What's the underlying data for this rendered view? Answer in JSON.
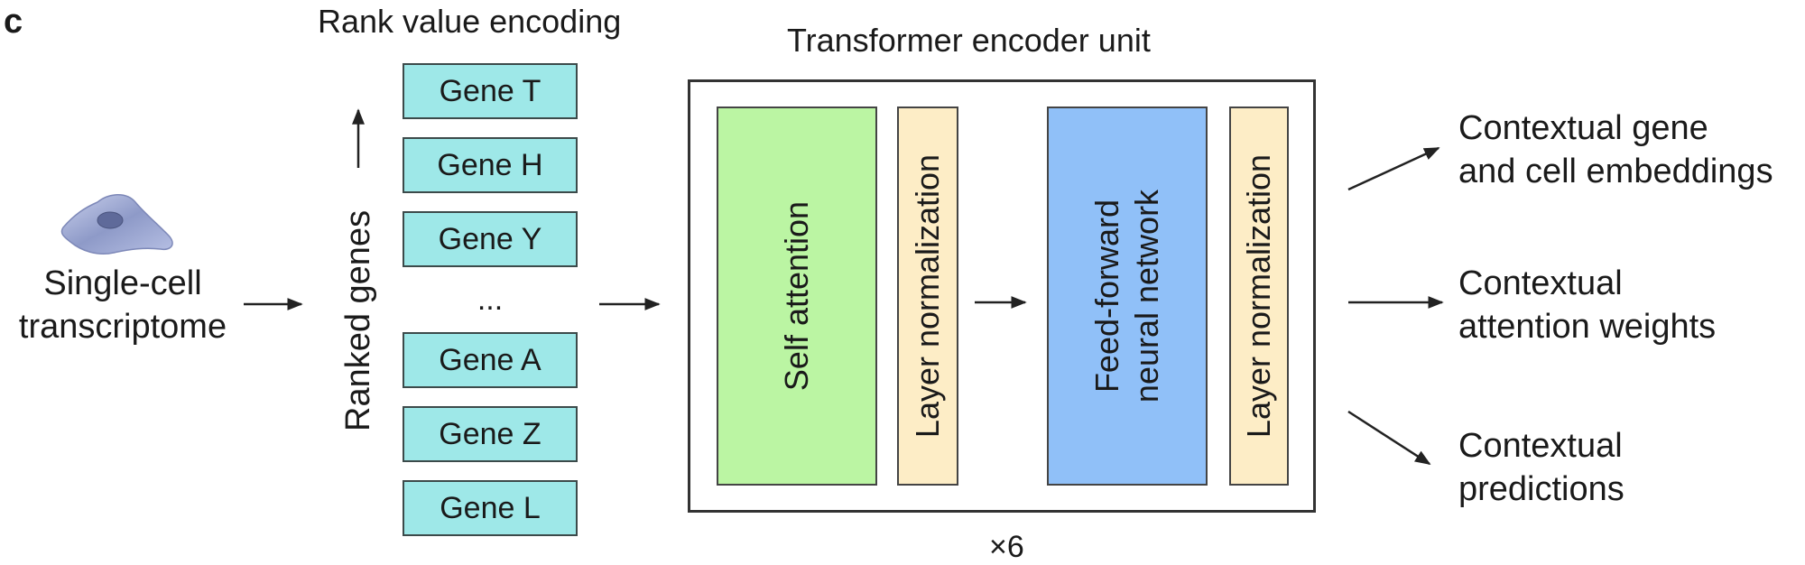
{
  "panel_letter": "c",
  "input": {
    "label_line1": "Single-cell",
    "label_line2": "transcriptome",
    "icon": "cell-icon"
  },
  "ranked_axis_label": "Ranked genes",
  "rank_value_encoding": {
    "title": "Rank value encoding",
    "genes": [
      "Gene T",
      "Gene H",
      "Gene Y",
      "Gene A",
      "Gene Z",
      "Gene L"
    ],
    "ellipsis": "..."
  },
  "encoder": {
    "title": "Transformer encoder unit",
    "repeat": "×6",
    "blocks": {
      "self_attention": "Self attention",
      "layer_norm_1": "Layer normalization",
      "feed_forward_line1": "Feed-forward",
      "feed_forward_line2": "neural network",
      "layer_norm_2": "Layer normalization"
    }
  },
  "outputs": [
    {
      "line1": "Contextual gene",
      "line2": "and cell embeddings"
    },
    {
      "line1": "Contextual",
      "line2": "attention weights"
    },
    {
      "line1": "Contextual",
      "line2": "predictions"
    }
  ],
  "colors": {
    "gene_box": "#9ee8e8",
    "self_attention": "#bbf5a3",
    "layer_norm": "#fdedc6",
    "feed_forward": "#90c0f8",
    "cell": "#8e9ac8"
  }
}
